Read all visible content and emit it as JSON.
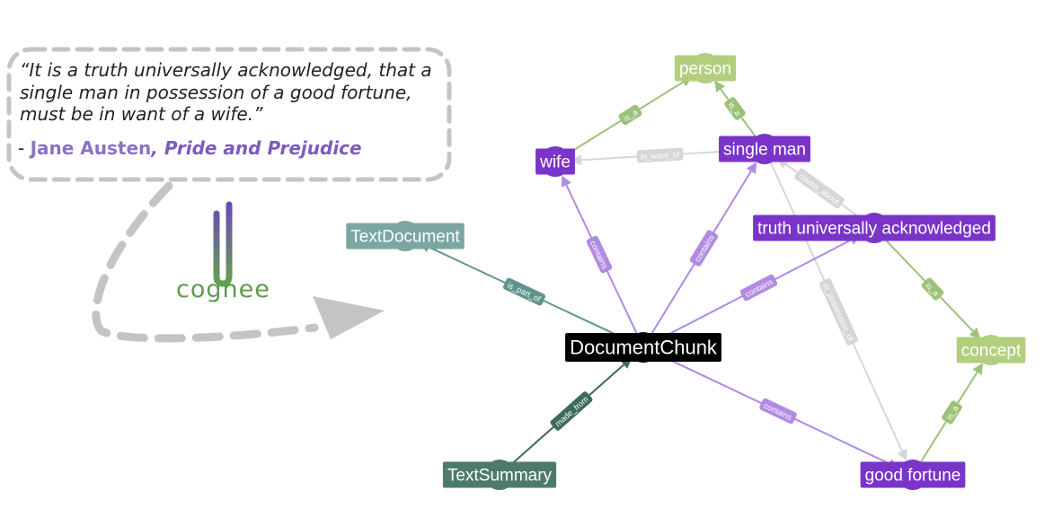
{
  "quote": {
    "lines": [
      "“It is a truth universally acknowledged, that a",
      "single man in possession of a good fortune,",
      "must be in want of a wife.”"
    ],
    "dash": "- ",
    "author": "Jane Austen",
    "separator": ", ",
    "work": "Pride and Prejudice"
  },
  "logo": {
    "icon": "cognee-logo-icon",
    "text": "cognee"
  },
  "colors": {
    "entity": "#7a34c9",
    "entity_type": "#b2cf7f",
    "document": "#7aa7a1",
    "summary": "#4d7a6c",
    "chunk": "#000000",
    "edge_purple": "#b18ae3",
    "edge_green": "#9cc27a",
    "edge_gray": "#d6d6d6",
    "edge_teal": "#5f958c",
    "edge_dark": "#3e6a5d"
  },
  "graph": {
    "nodes": [
      {
        "id": "person",
        "label": "person",
        "kind": "entity_type"
      },
      {
        "id": "wife",
        "label": "wife",
        "kind": "entity"
      },
      {
        "id": "single_man",
        "label": "single man",
        "kind": "entity"
      },
      {
        "id": "text_document",
        "label": "TextDocument",
        "kind": "document"
      },
      {
        "id": "truth",
        "label": "truth universally acknowledged",
        "kind": "entity"
      },
      {
        "id": "document_chunk",
        "label": "DocumentChunk",
        "kind": "chunk"
      },
      {
        "id": "concept",
        "label": "concept",
        "kind": "entity_type"
      },
      {
        "id": "text_summary",
        "label": "TextSummary",
        "kind": "summary"
      },
      {
        "id": "good_fortune",
        "label": "good fortune",
        "kind": "entity"
      }
    ],
    "edges": [
      {
        "from": "wife",
        "to": "person",
        "label": "is_a",
        "color": "edge_green"
      },
      {
        "from": "single_man",
        "to": "person",
        "label": "is_a",
        "color": "edge_green"
      },
      {
        "from": "single_man",
        "to": "wife",
        "label": "in_want_of",
        "color": "edge_gray"
      },
      {
        "from": "truth",
        "to": "single_man",
        "label": "claims_about",
        "color": "edge_gray"
      },
      {
        "from": "single_man",
        "to": "good_fortune",
        "label": "in_possession_of",
        "color": "edge_gray"
      },
      {
        "from": "document_chunk",
        "to": "wife",
        "label": "contains",
        "color": "edge_purple"
      },
      {
        "from": "document_chunk",
        "to": "single_man",
        "label": "contains",
        "color": "edge_purple"
      },
      {
        "from": "document_chunk",
        "to": "truth",
        "label": "contains",
        "color": "edge_purple"
      },
      {
        "from": "document_chunk",
        "to": "good_fortune",
        "label": "contains",
        "color": "edge_purple"
      },
      {
        "from": "document_chunk",
        "to": "text_document",
        "label": "is_part_of",
        "color": "edge_teal"
      },
      {
        "from": "text_summary",
        "to": "document_chunk",
        "label": "made_from",
        "color": "edge_dark"
      },
      {
        "from": "truth",
        "to": "concept",
        "label": "is_a",
        "color": "edge_green"
      },
      {
        "from": "good_fortune",
        "to": "concept",
        "label": "is_a",
        "color": "edge_green"
      }
    ]
  }
}
